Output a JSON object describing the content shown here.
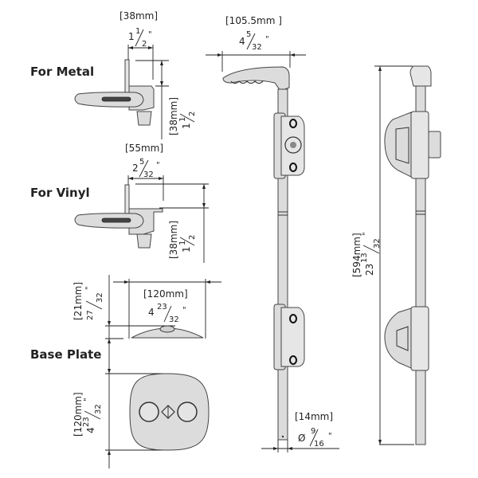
{
  "sections": {
    "metal": {
      "label": "For Metal",
      "width_mm": "[38mm]",
      "width_in_whole": "1",
      "width_in_num": "1",
      "width_in_den": "2",
      "height_mm": "[38mm]",
      "height_in_whole": "1",
      "height_in_num": "1",
      "height_in_den": "2"
    },
    "vinyl": {
      "label": "For Vinyl",
      "width_mm": "[55mm]",
      "width_in_whole": "2",
      "width_in_num": "5",
      "width_in_den": "32",
      "height_mm": "[38mm]",
      "height_in_whole": "1",
      "height_in_num": "1",
      "height_in_den": "2"
    },
    "base_plate": {
      "label": "Base Plate",
      "width_mm": "[120mm]",
      "width_in_whole": "4",
      "width_in_num": "23",
      "width_in_den": "32",
      "thickness_mm": "[21mm]",
      "thickness_in_num": "27",
      "thickness_in_den": "32",
      "height_mm": "[120mm]",
      "height_in_whole": "4",
      "height_in_num": "23",
      "height_in_den": "32"
    },
    "handle": {
      "width_mm": "[105.5mm ]",
      "width_in_whole": "4",
      "width_in_num": "5",
      "width_in_den": "32"
    },
    "rod": {
      "diameter_mm": "[14mm]",
      "diameter_symbol": "Ø",
      "diameter_in_num": "9",
      "diameter_in_den": "16"
    },
    "overall": {
      "length_mm": "[594mm]",
      "length_in_whole": "23",
      "length_in_num": "13",
      "length_in_den": "32"
    }
  },
  "units": {
    "inch_mark": "\""
  },
  "colors": {
    "part_fill": "#dcdcdc",
    "line": "#222222",
    "background": "#ffffff"
  }
}
